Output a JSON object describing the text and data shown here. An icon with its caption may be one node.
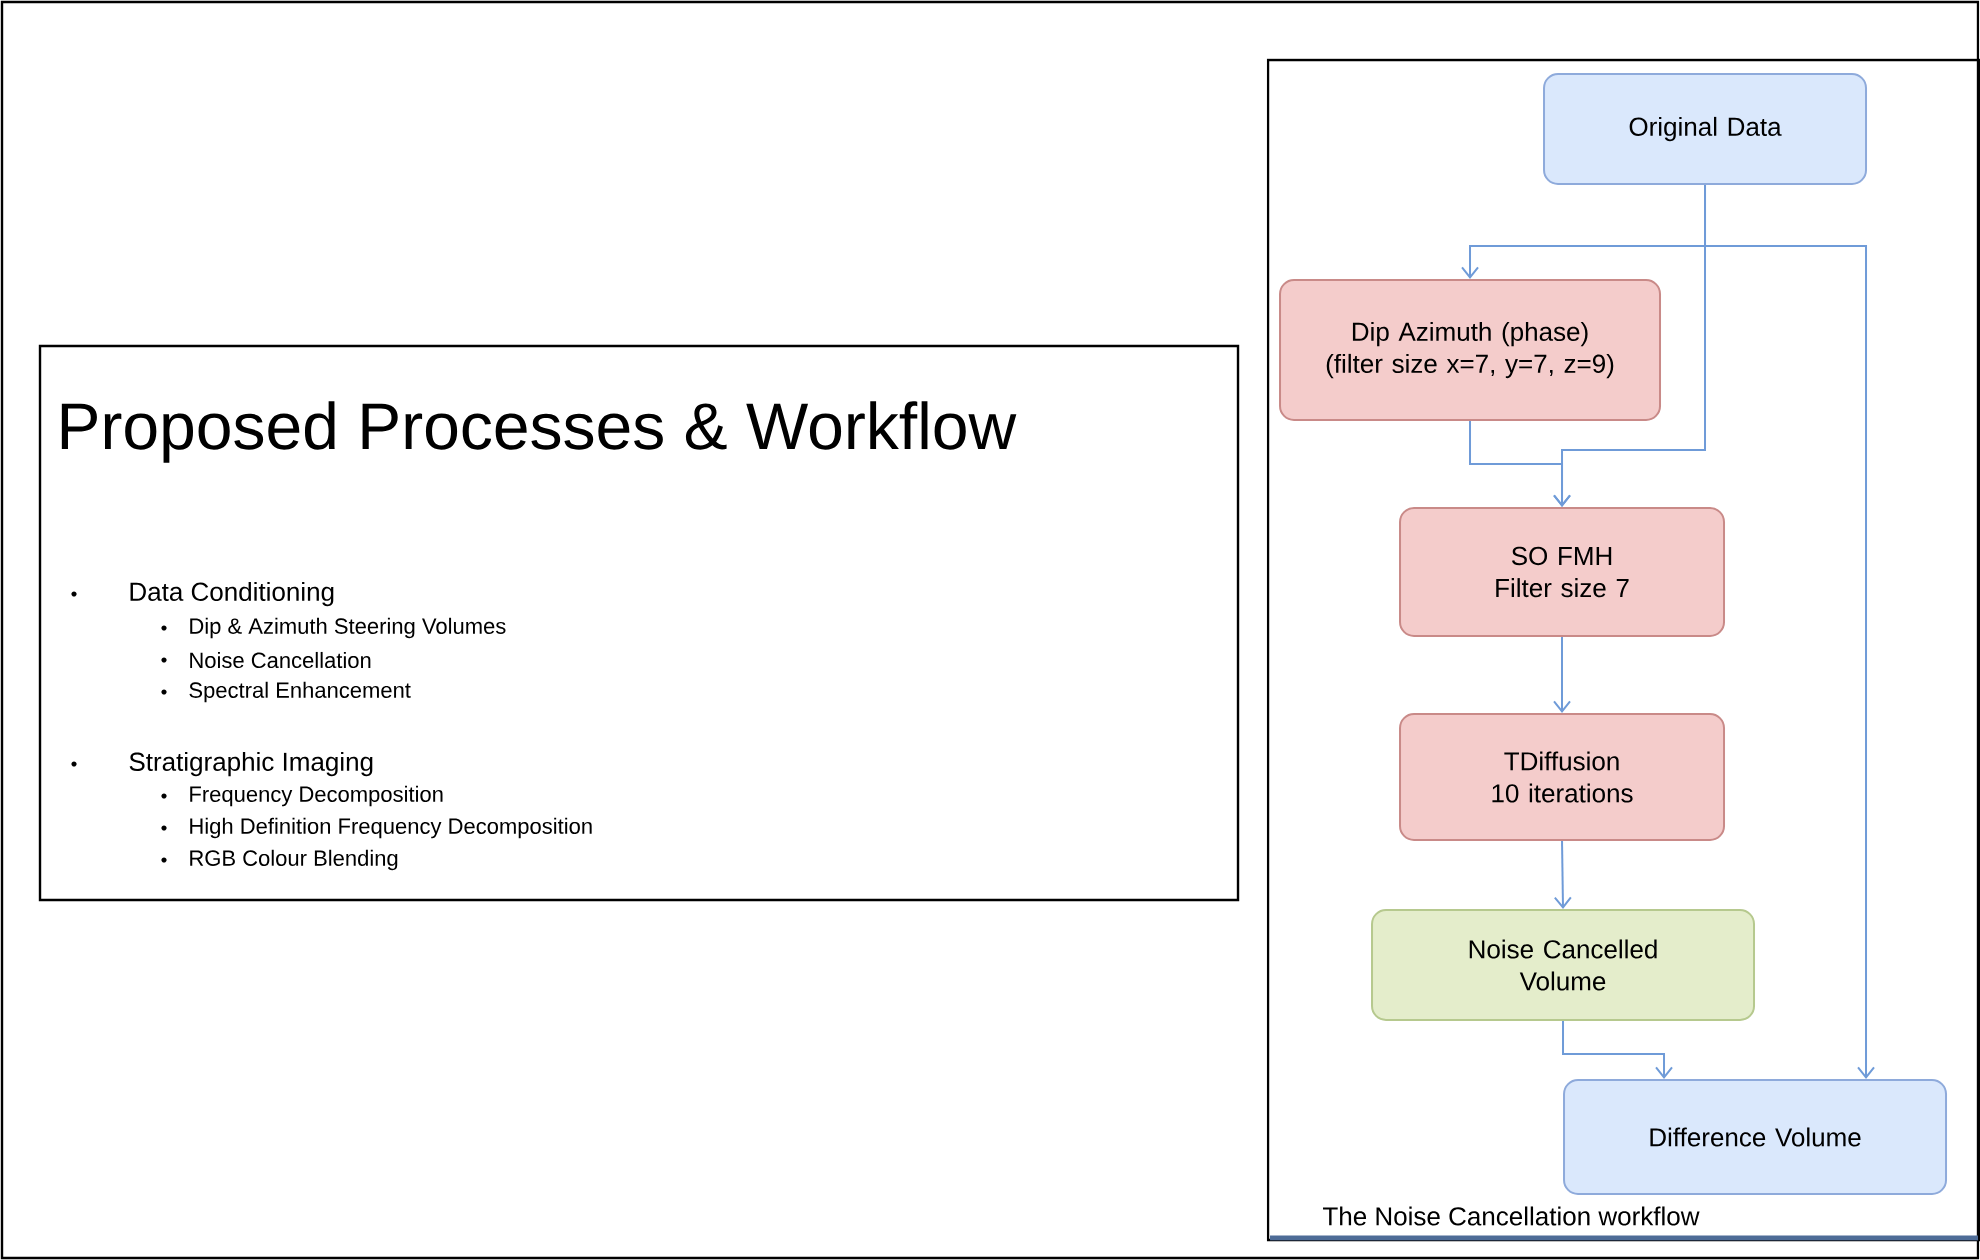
{
  "diagram": {
    "nodes": [
      {
        "text": [
          "Proposed Processes & Workflow",
          "Data Conditioning",
          "Dip & Azimuth Steering Volumes",
          "Noise Cancellation",
          "Spectral Enhancement",
          "Stratigraphic Imaging",
          "Frequency Decomposition",
          "High Definition Frequency Decomposition",
          "RGB Colour Blending"
        ]
      },
      {
        "text": [
          "The Noise Cancellation workflow"
        ]
      },
      {
        "text": [
          "Original Data"
        ],
        "in": 1
      },
      {
        "text": [
          "Dip Azimuth (phase) (filter size x=7, y=7, z=9)"
        ],
        "in": 1
      },
      {
        "text": [
          "SO FMH Filter size 7"
        ],
        "in": 1
      },
      {
        "text": [
          "TDiffusion 10 iterations"
        ],
        "in": 1
      },
      {
        "text": [
          "Noise Cancelled Volume"
        ],
        "in": 1
      },
      {
        "text": [
          "Difference Volume"
        ],
        "in": 1
      }
    ],
    "edges": [
      {
        "from": 2,
        "to": 3,
        "arrow": "to"
      },
      {
        "from": 2,
        "to": 7,
        "arrow": "to"
      },
      {
        "from": 2,
        "to": 4,
        "arrow": "to"
      },
      {
        "from": 3,
        "to": 4,
        "arrow": "to"
      },
      {
        "from": 4,
        "to": 5,
        "arrow": "to"
      },
      {
        "from": 5,
        "to": 6,
        "arrow": "to"
      },
      {
        "from": 6,
        "to": 7,
        "arrow": "to"
      }
    ]
  }
}
